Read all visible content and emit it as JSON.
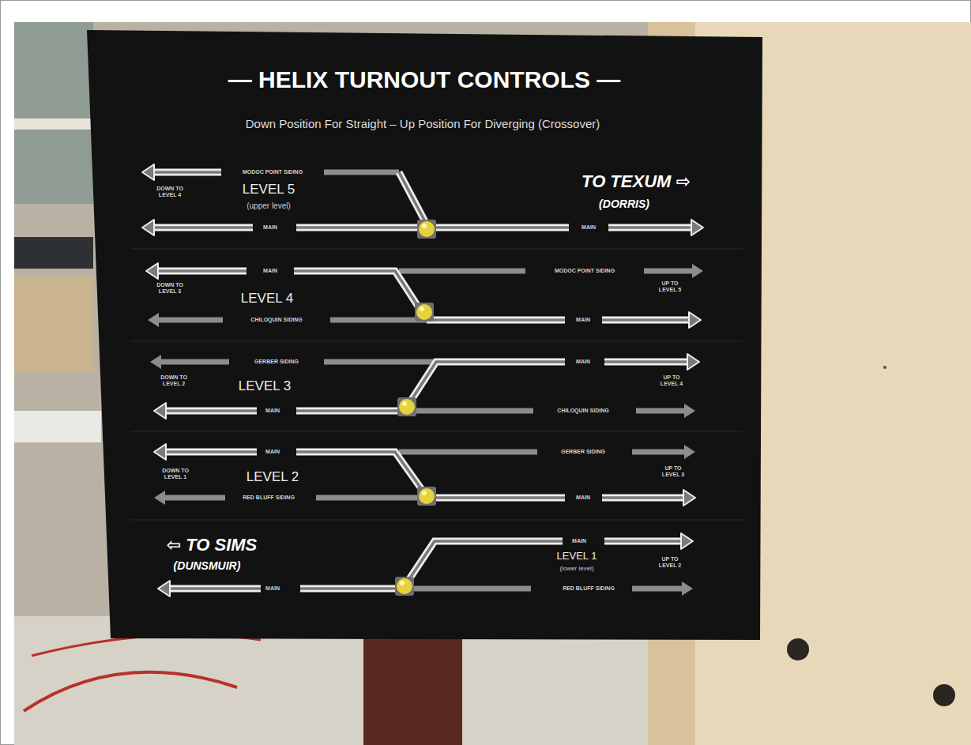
{
  "diagram": {
    "title": "— HELIX TURNOUT CONTROLS —",
    "labels": [
      "Down Position For Straight – Up Position For Diverging (Crossover)",
      "MODOC POINT SIDING",
      "DOWN TO LEVEL 4",
      "LEVEL 5",
      "(upper level)",
      "TO TEXUM ⇨",
      "(DORRIS)",
      "MAIN",
      "MAIN",
      "MAIN",
      "MODOC POINT SIDING",
      "DOWN TO LEVEL 3",
      "LEVEL 4",
      "UP TO LEVEL 5",
      "CHILOQUIN SIDING",
      "MAIN",
      "GERBER SIDING",
      "MAIN",
      "DOWN TO LEVEL 2",
      "LEVEL 3",
      "UP TO LEVEL 4",
      "MAIN",
      "CHILOQUIN SIDING",
      "MAIN",
      "GERBER SIDING",
      "DOWN TO LEVEL 1",
      "LEVEL 2",
      "UP TO LEVEL 3",
      "RED BLUFF SIDING",
      "MAIN",
      "⇦ TO SIMS",
      "(DUNSMUIR)",
      "MAIN",
      "LEVEL 1",
      "(lower level)",
      "UP TO LEVEL 2",
      "MAIN",
      "RED BLUFF SIDING"
    ]
  }
}
